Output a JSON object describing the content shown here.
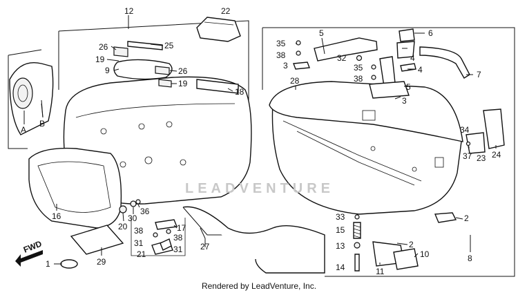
{
  "footer": "Rendered by LeadVenture, Inc.",
  "watermark": "LEADVENTURE",
  "direction_label": "FWD",
  "callouts": {
    "c1": "1",
    "c2a": "2",
    "c2b": "2",
    "c3a": "3",
    "c3b": "3",
    "c4a": "4",
    "c4b": "4",
    "c5a": "5",
    "c5b": "5",
    "c6": "6",
    "c7": "7",
    "c8": "8",
    "c9": "9",
    "c10": "10",
    "c11": "11",
    "c12": "12",
    "c13": "13",
    "c14": "14",
    "c15": "15",
    "c16": "16",
    "c17": "17",
    "c18": "18",
    "c19a": "19",
    "c19b": "19",
    "c20": "20",
    "c21": "21",
    "c22": "22",
    "c23": "23",
    "c24": "24",
    "c25": "25",
    "c26a": "26",
    "c26b": "26",
    "c27": "27",
    "c28": "28",
    "c29": "29",
    "c30": "30",
    "c31a": "31",
    "c31b": "31",
    "c32": "32",
    "c33": "33",
    "c34": "34",
    "c35a": "35",
    "c35b": "35",
    "c36": "36",
    "c37": "37",
    "c38a": "38",
    "c38b": "38",
    "c38c": "38",
    "c38d": "38",
    "cA": "A",
    "cB": "B"
  }
}
